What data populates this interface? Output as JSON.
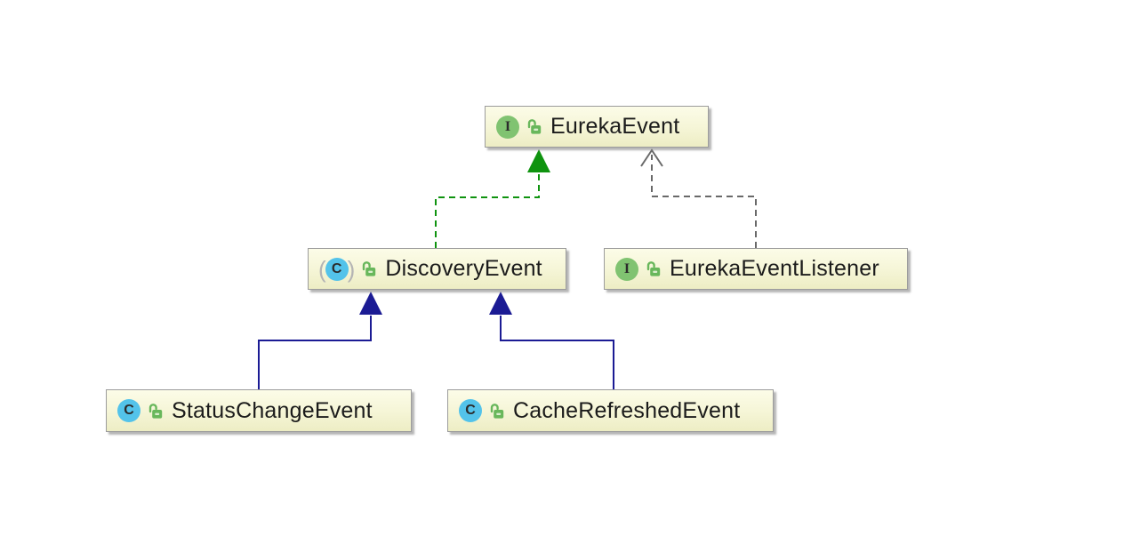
{
  "diagram": {
    "kind": "uml-class-diagram",
    "nodes": [
      {
        "label": "EurekaEvent",
        "type": "interface",
        "badge": "I",
        "visibility": "public"
      },
      {
        "label": "DiscoveryEvent",
        "type": "class",
        "badge": "C",
        "visibility": "public",
        "paren_open": "(",
        "paren_close": ")"
      },
      {
        "label": "EurekaEventListener",
        "type": "interface",
        "badge": "I",
        "visibility": "public"
      },
      {
        "label": "StatusChangeEvent",
        "type": "class",
        "badge": "C",
        "visibility": "public"
      },
      {
        "label": "CacheRefreshedEvent",
        "type": "class",
        "badge": "C",
        "visibility": "public"
      }
    ],
    "edges": [
      {
        "from": "DiscoveryEvent",
        "to": "EurekaEvent",
        "relation": "implements",
        "line": "dashed",
        "arrowhead": "filled-triangle",
        "color": "#0f930f"
      },
      {
        "from": "EurekaEventListener",
        "to": "EurekaEvent",
        "relation": "dependency",
        "line": "dashed",
        "arrowhead": "open",
        "color": "#696969"
      },
      {
        "from": "StatusChangeEvent",
        "to": "DiscoveryEvent",
        "relation": "extends",
        "line": "solid",
        "arrowhead": "filled-triangle",
        "color": "#1b1b94"
      },
      {
        "from": "CacheRefreshedEvent",
        "to": "DiscoveryEvent",
        "relation": "extends",
        "line": "solid",
        "arrowhead": "filled-triangle",
        "color": "#1b1b94"
      }
    ],
    "colors": {
      "canvas": "#ffffff",
      "node_fill_top": "#fcfce8",
      "node_fill_bottom": "#ededc4",
      "node_border": "#9c9c9c",
      "label_text": "#1b1b1b",
      "interface_badge": "#80c371",
      "class_badge": "#53c3ea",
      "lock_green": "#68b75b",
      "realization_green": "#0f930f",
      "generalization_blue": "#1b1b94",
      "dependency_gray": "#696969"
    }
  }
}
